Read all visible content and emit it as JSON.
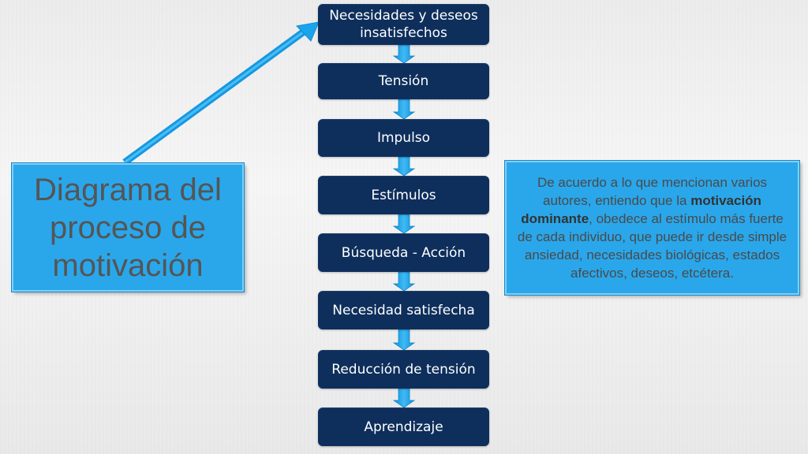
{
  "title": "Diagrama del proceso de motivación",
  "steps": [
    "Necesidades y deseos insatisfechos",
    "Tensión",
    "Impulso",
    "Estímulos",
    "Búsqueda - Acción",
    "Necesidad satisfecha",
    "Reducción de tensión",
    "Aprendizaje"
  ],
  "note": {
    "before": "De acuerdo a lo que mencionan varios autores, entiendo que la ",
    "bold": "motivación dominante",
    "after": ", obedece al estímulo más fuerte de cada individuo, que puede ir desde simple ansiedad, necesidades biológicas, estados afectivos, deseos, etcétera."
  },
  "colors": {
    "step_fill": "#0e2f5c",
    "arrow": "#1aa4ec",
    "callout_fill": "#2aa7eb"
  }
}
